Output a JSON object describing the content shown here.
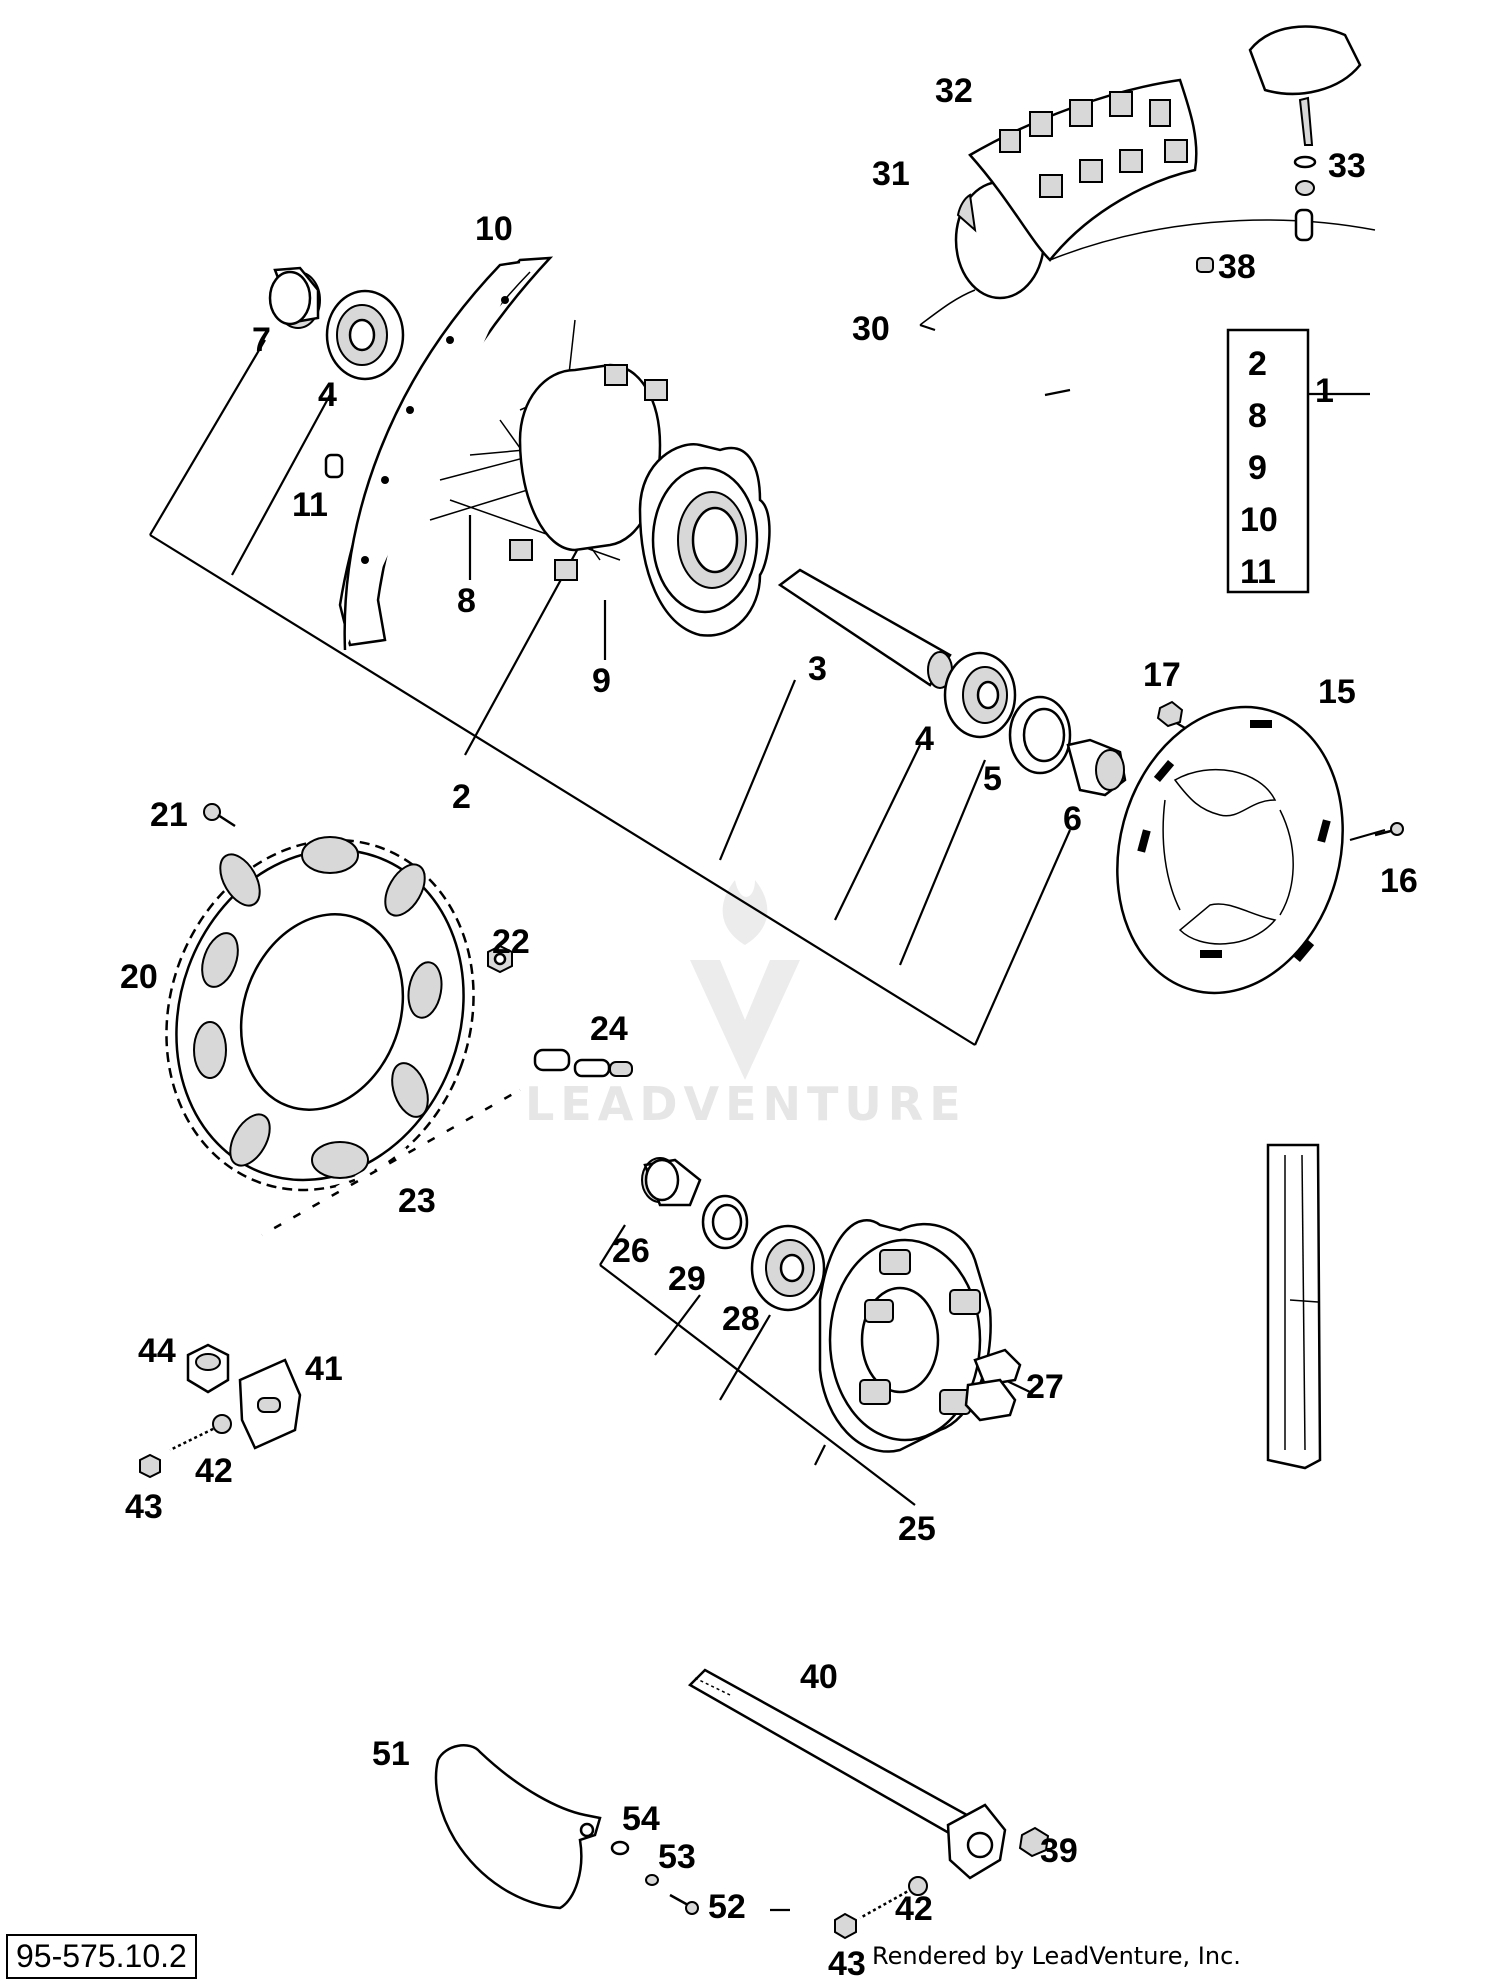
{
  "callouts": {
    "c1": "1",
    "c2": "2",
    "c3": "3",
    "c4a": "4",
    "c4b": "4",
    "c5": "5",
    "c6": "6",
    "c7": "7",
    "c8": "8",
    "c9": "9",
    "c10": "10",
    "c11": "11",
    "c15": "15",
    "c16": "16",
    "c17": "17",
    "c20": "20",
    "c21": "21",
    "c22": "22",
    "c23": "23",
    "c24": "24",
    "c25": "25",
    "c26": "26",
    "c27": "27",
    "c28": "28",
    "c29": "29",
    "c30": "30",
    "c31": "31",
    "c32": "32",
    "c33": "33",
    "c38": "38",
    "c39": "39",
    "c40": "40",
    "c41": "41",
    "c42a": "42",
    "c42b": "42",
    "c43a": "43",
    "c43b": "43",
    "c44": "44",
    "c51": "51",
    "c52": "52",
    "c53": "53",
    "c54": "54"
  },
  "kit": {
    "items": [
      "2",
      "8",
      "9",
      "10",
      "11"
    ]
  },
  "watermark": "LEADVENTURE",
  "drawing_number": "95-575.10.2",
  "credit": "Rendered by LeadVenture, Inc."
}
